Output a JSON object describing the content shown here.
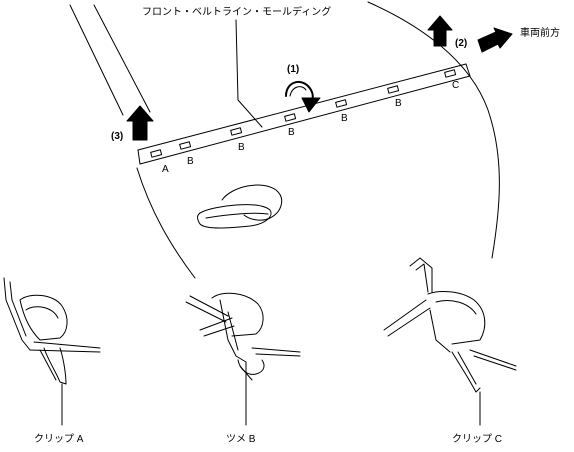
{
  "labels": {
    "part_name": "フロント・ベルトライン・モールディング",
    "direction": "車両前方",
    "step1": "(1)",
    "step2": "(2)",
    "step3": "(3)",
    "clip_A": "A",
    "clip_B": "B",
    "clip_C": "C",
    "caption_clip_a": "クリップ A",
    "caption_tab_b": "ツメ B",
    "caption_clip_c": "クリップ C"
  },
  "colors": {
    "line": "#000000",
    "arrow_fill": "#000000",
    "background": "#ffffff"
  },
  "icons": {
    "upward_arrow": "arrow-up-icon",
    "rotate_arrow": "rotate-arrow-icon",
    "forward_arrow": "arrow-right-icon"
  }
}
